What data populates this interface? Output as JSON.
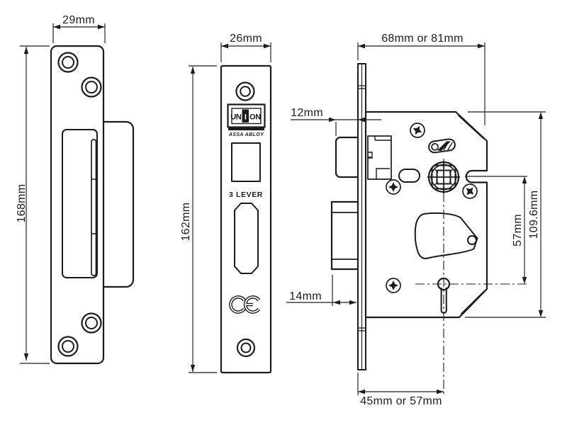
{
  "drawing": {
    "background": "#ffffff",
    "line_color": "#1c1c1c",
    "views": {
      "strike_plate": {
        "width_label": "29mm",
        "height_label": "168mm"
      },
      "faceplate": {
        "width_label": "26mm",
        "height_label": "162mm",
        "brand": "UNION",
        "brand_parts": [
          "UN",
          "I",
          "ON"
        ],
        "brand_sub": "ASSA ABLOY",
        "lever_label": "3 LEVER",
        "ce_label": "CE"
      },
      "lock_body": {
        "case_depth_label": "68mm or 81mm",
        "latch_projection_label": "12mm",
        "deadbolt_throw_label": "14mm",
        "spindle_to_keyhole_label": "57mm",
        "case_height_label": "109.6mm",
        "backset_label": "45mm or 57mm"
      }
    }
  }
}
